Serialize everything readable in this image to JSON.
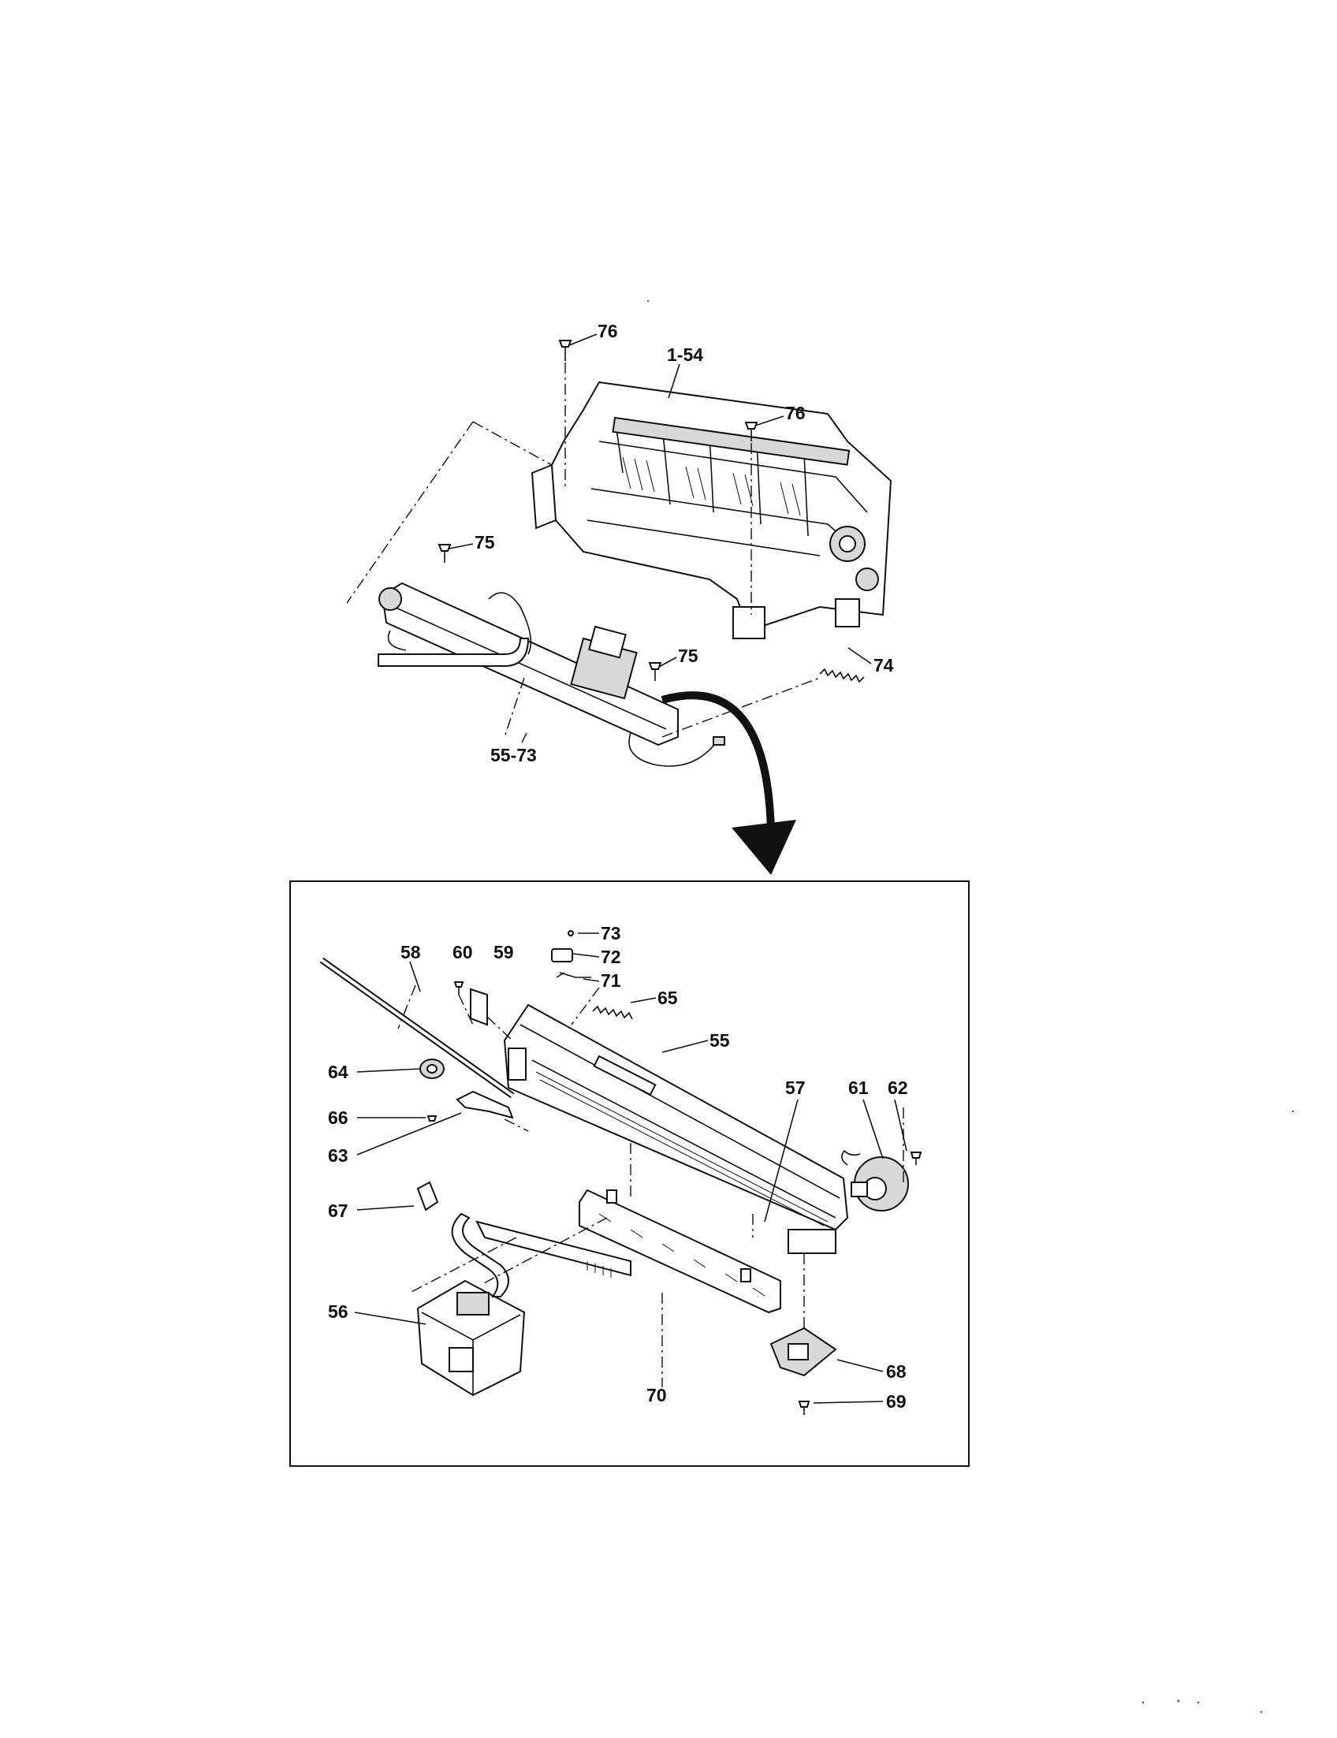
{
  "callouts": {
    "c76a": "76",
    "c154": "1-54",
    "c76b": "76",
    "c75a": "75",
    "c75b": "75",
    "c74": "74",
    "c5573": "55-73",
    "c73": "73",
    "c72": "72",
    "c71": "71",
    "c58": "58",
    "c60": "60",
    "c59": "59",
    "c65": "65",
    "c55": "55",
    "c64": "64",
    "c57": "57",
    "c61": "61",
    "c62": "62",
    "c66": "66",
    "c63": "63",
    "c67": "67",
    "c56": "56",
    "c68": "68",
    "c70": "70",
    "c69": "69"
  },
  "colors": {
    "ink": "#111111",
    "paper": "#ffffff"
  }
}
